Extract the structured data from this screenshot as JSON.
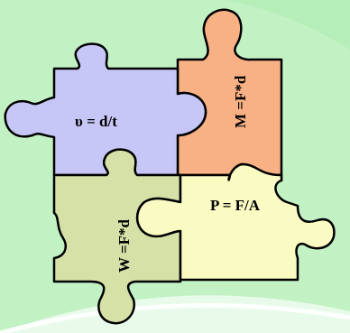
{
  "colors": {
    "background": "#c2f1c4",
    "blue_piece": "#c7c7f7",
    "orange_piece": "#f8b185",
    "green_piece": "#d5e1a7",
    "yellow_piece": "#fafac3",
    "outline": "#000000"
  },
  "puzzle": {
    "velocity_label": "υ = d/t",
    "moment_label": "M =F*d",
    "work_label": "W =F*d",
    "pressure_label": "P = F/A"
  }
}
